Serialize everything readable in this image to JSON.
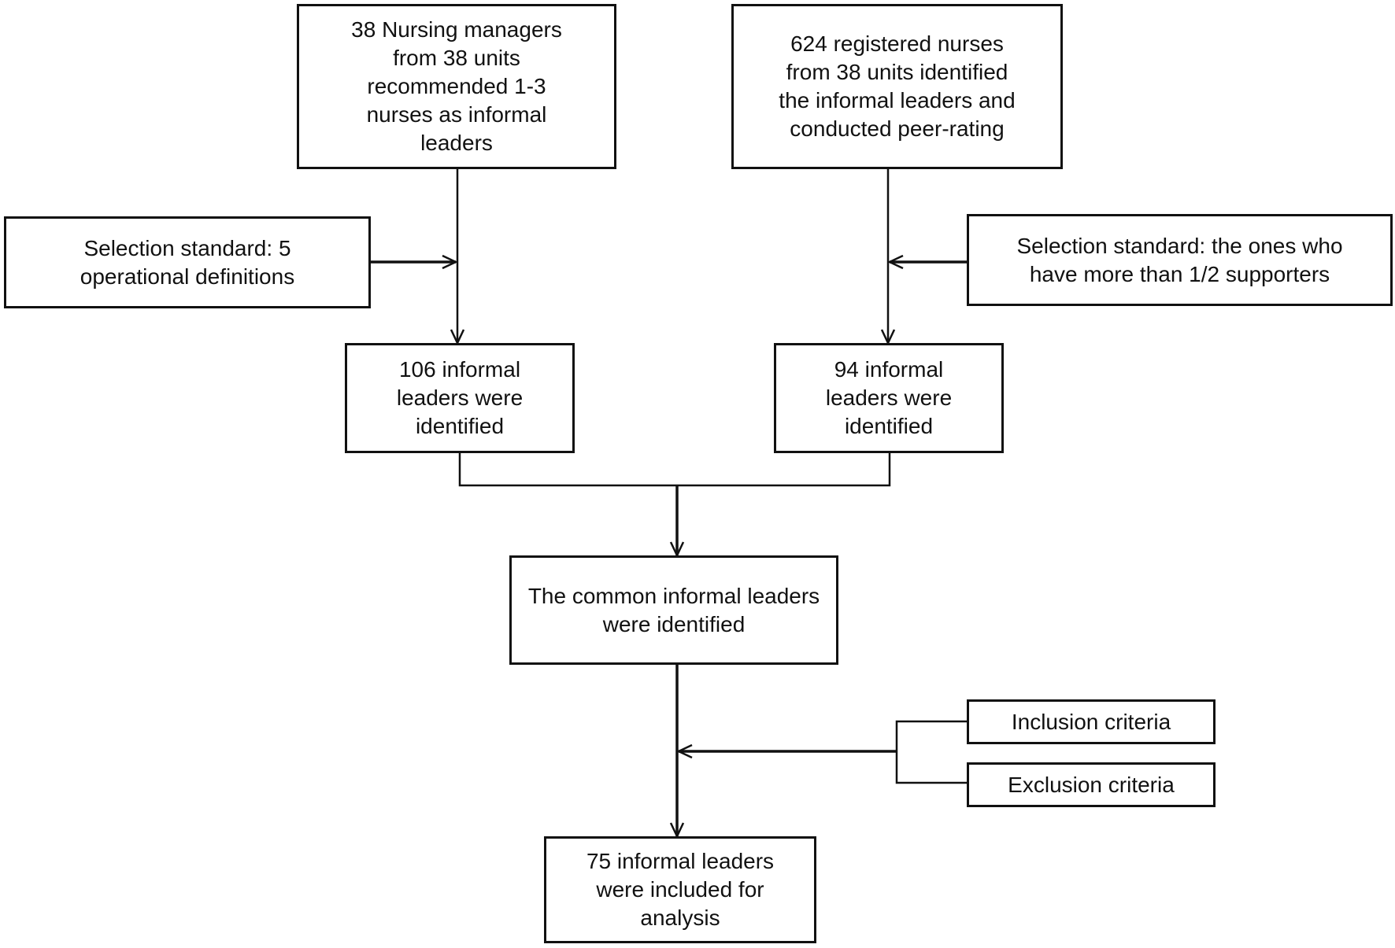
{
  "flowchart": {
    "managers_box": "38 Nursing managers\nfrom 38 units\nrecommended 1-3\nnurses as informal\nleaders",
    "nurses_box": "624 registered nurses\nfrom 38 units identified\nthe informal leaders and\nconducted peer-rating",
    "managers_standard": "Selection standard: 5\noperational definitions",
    "nurses_standard": "Selection standard: the ones who\nhave more than 1/2 supporters",
    "managers_result": "106 informal\nleaders were\nidentified",
    "nurses_result": "94 informal\nleaders were\nidentified",
    "common_leaders": "The common informal leaders\nwere identified",
    "inclusion": "Inclusion criteria",
    "exclusion": "Exclusion criteria",
    "final": "75 informal leaders\nwere included for\nanalysis"
  }
}
